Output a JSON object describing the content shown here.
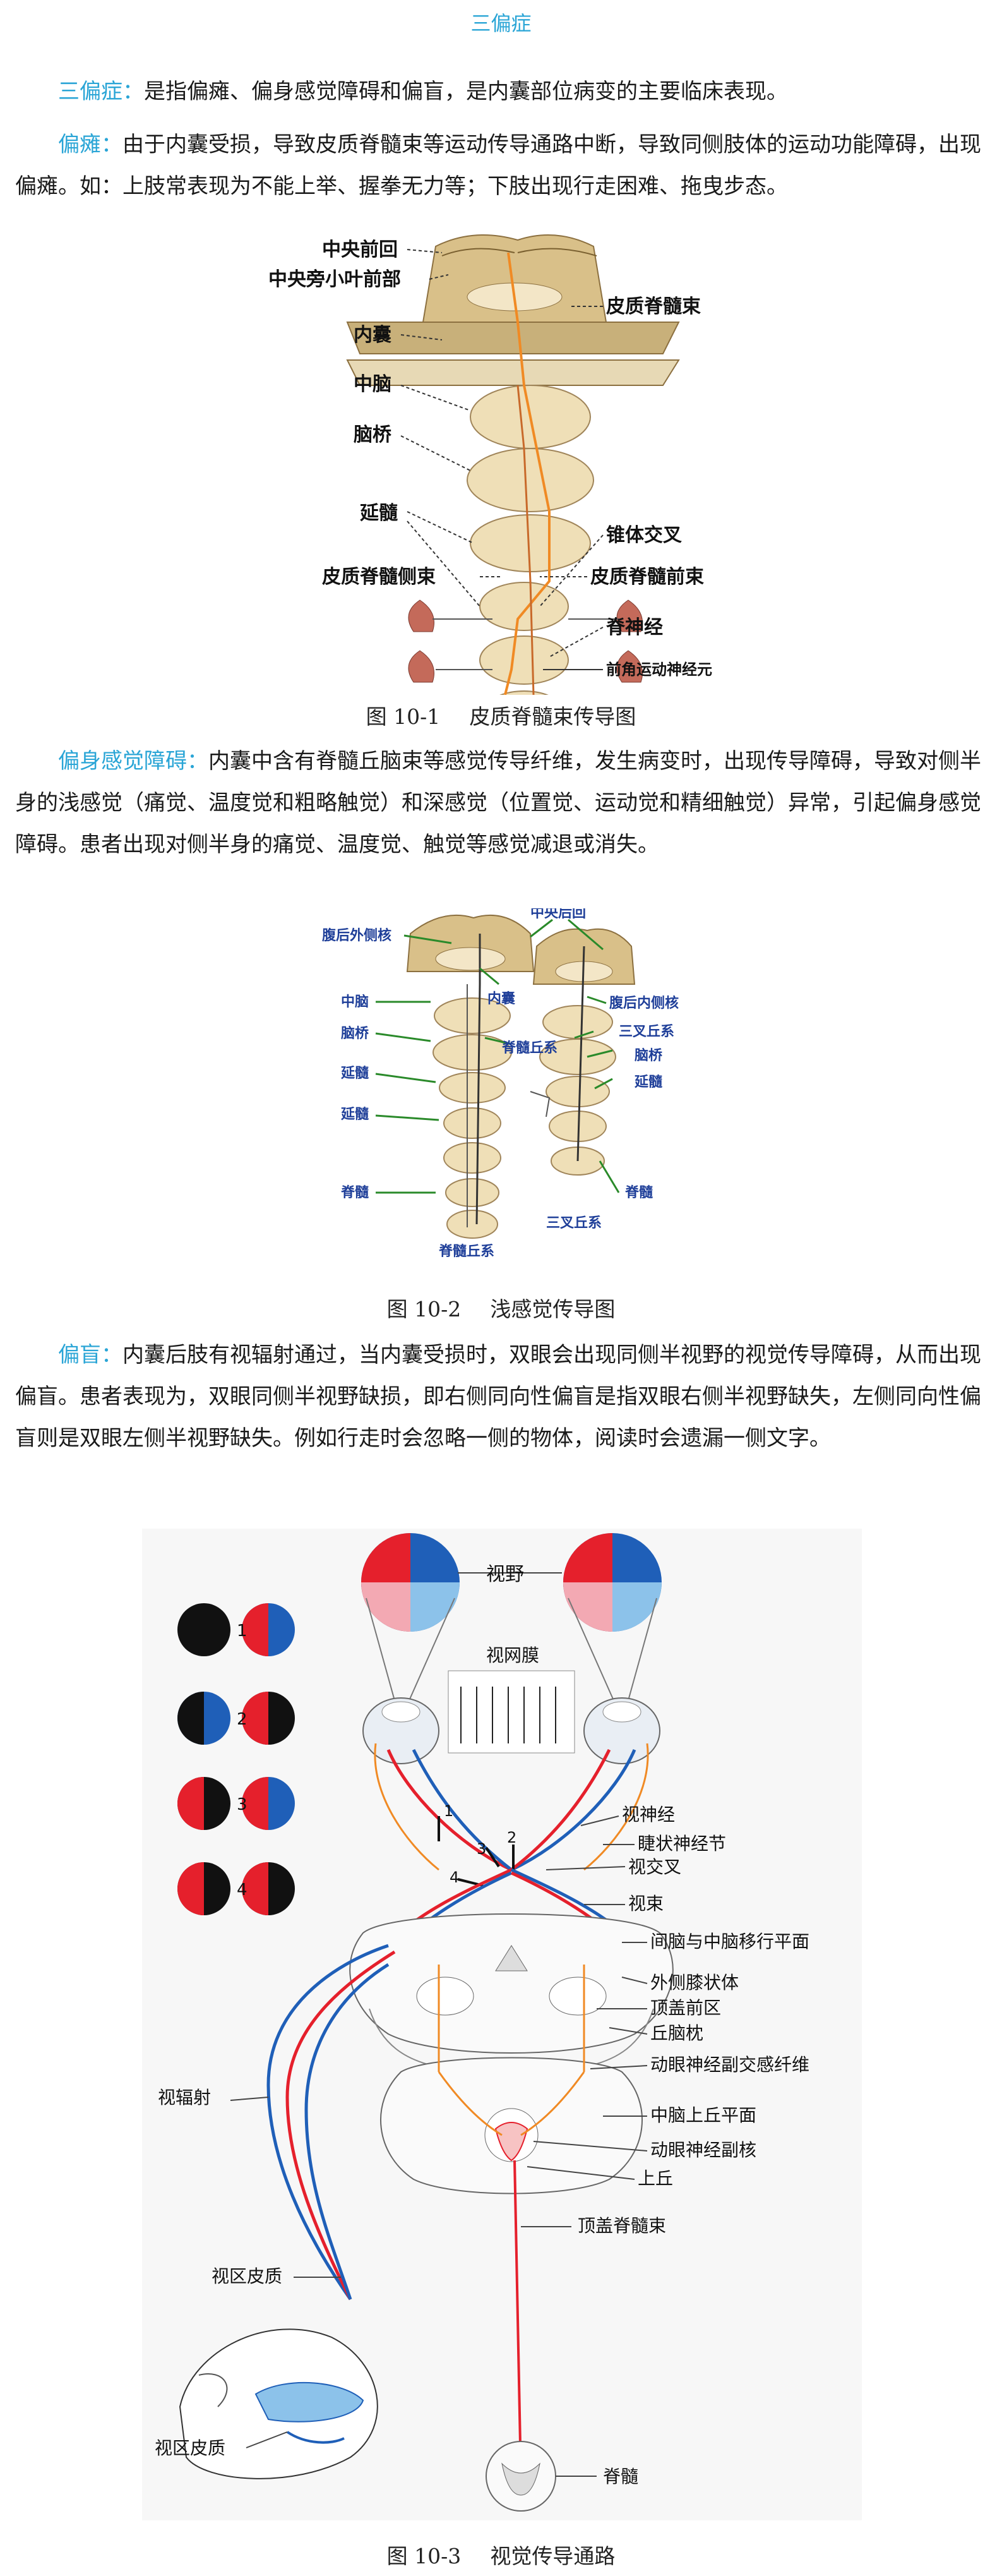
{
  "title": "三偏症",
  "intro": {
    "term": "三偏症：",
    "text": "是指偏瘫、偏身感觉障碍和偏盲，是内囊部位病变的主要临床表现。"
  },
  "hemiplegia": {
    "term": "偏瘫：",
    "text": "由于内囊受损，导致皮质脊髓束等运动传导通路中断，导致同侧肢体的运动功能障碍，出现偏瘫。如：上肢常表现为不能上举、握拳无力等；下肢出现行走困难、拖曳步态。"
  },
  "figure1": {
    "caption_num": "图 10-1",
    "caption_text": "皮质脊髓束传导图",
    "labels": {
      "precentral": "中央前回",
      "paracentral": "中央旁小叶前部",
      "internal_capsule": "内囊",
      "corticospinal": "皮质脊髓束",
      "midbrain": "中脑",
      "pons": "脑桥",
      "medulla": "延髓",
      "decussation": "锥体交叉",
      "lateral_tract": "皮质脊髓侧束",
      "anterior_tract": "皮质脊髓前束",
      "spinal_nerve": "脊神经",
      "motor_neuron": "前角运动神经元"
    }
  },
  "sensory": {
    "term": "偏身感觉障碍：",
    "text": "内囊中含有脊髓丘脑束等感觉传导纤维，发生病变时，出现传导障碍，导致对侧半身的浅感觉（痛觉、温度觉和粗略触觉）和深感觉（位置觉、运动觉和精细触觉）异常，引起偏身感觉障碍。患者出现对侧半身的痛觉、温度觉、触觉等感觉减退或消失。"
  },
  "figure2": {
    "caption_num": "图 10-2",
    "caption_text": "浅感觉传导图",
    "labels": {
      "vpl": "腹后外侧核",
      "postcentral": "中央后回",
      "midbrain": "中脑",
      "internal_capsule": "内囊",
      "vpm": "腹后内侧核",
      "pons_l": "脑桥",
      "spinothalamic_mid": "脊髓丘系",
      "trigeminal_lem": "三叉丘系",
      "pons_r": "脑桥",
      "medulla_l1": "延髓",
      "medulla_r": "延髓",
      "medulla_l2": "延髓",
      "spinal_l": "脊髓",
      "spinal_r": "脊髓",
      "trigeminal_bottom": "三叉丘系",
      "spinothalamic_bottom": "脊髓丘系"
    }
  },
  "hemianopia": {
    "term": "偏盲：",
    "text": "内囊后肢有视辐射通过，当内囊受损时，双眼会出现同侧半视野的视觉传导障碍，从而出现偏盲。患者表现为，双眼同侧半视野缺损，即右侧同向性偏盲是指双眼右侧半视野缺失，左侧同向性偏盲则是双眼左侧半视野缺失。例如行走时会忽略一侧的物体，阅读时会遗漏一侧文字。"
  },
  "figure3": {
    "caption_num": "图 10-3",
    "caption_text": "视觉传导通路",
    "legend_numbers": [
      "1",
      "2",
      "3",
      "4"
    ],
    "labels": {
      "visual_field": "视野",
      "retina": "视网膜",
      "optic_nerve": "视神经",
      "ciliary_ganglion": "睫状神经节",
      "chiasm": "视交叉",
      "optic_tract": "视束",
      "transition_plane": "间脑与中脑移行平面",
      "lgb": "外侧膝状体",
      "pretectal": "顶盖前区",
      "pulvinar": "丘脑枕",
      "parasympathetic": "动眼神经副交感纤维",
      "optic_radiation": "视辐射",
      "superior_colliculus_plane": "中脑上丘平面",
      "accessory_nucleus": "动眼神经副核",
      "superior_colliculus": "上丘",
      "visual_cortex": "视区皮质",
      "tectospinal": "顶盖脊髓束",
      "visual_cortex_2": "视区皮质",
      "spinal_cord": "脊髓"
    },
    "markers": [
      "1",
      "2",
      "3",
      "4"
    ]
  },
  "colors": {
    "accent": "#2aa5d6",
    "red": "#e5202c",
    "blue": "#1f5fb8",
    "light_blue": "#8cc2ea",
    "pink": "#f3a9b3",
    "orange": "#f08a24",
    "tissue": "#e8d5a8"
  }
}
